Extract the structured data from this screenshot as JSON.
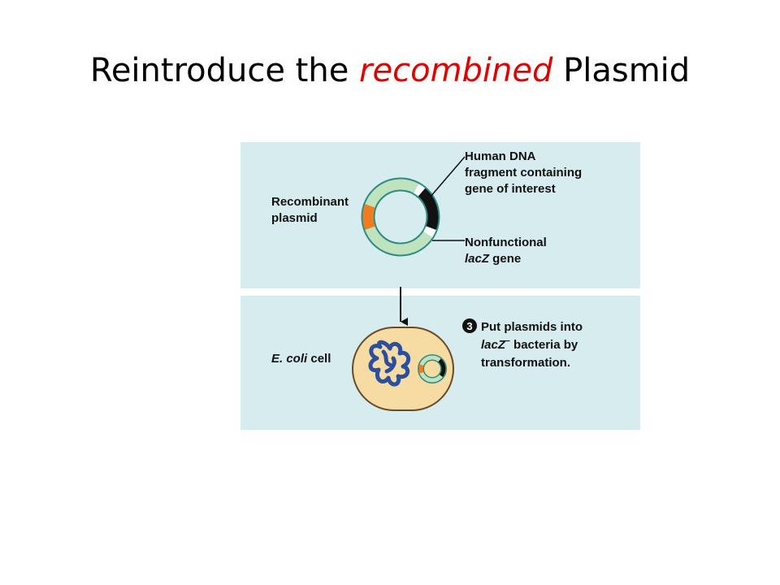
{
  "title": {
    "before": "Reintroduce the ",
    "emphasis": "recombined",
    "after": " Plasmid"
  },
  "diagram": {
    "colors": {
      "panel": "#d6ecef",
      "plasmid_ring": "#bfe3bf",
      "plasmid_outline": "#2d8a80",
      "insert": "#f07c1f",
      "human_dna": "#111111",
      "cell_fill": "#f6dca2",
      "cell_outline": "#6a4a2a",
      "chromosome": "#2a4ea0"
    },
    "top_panel": {
      "plasmid_label": [
        "Recombinant",
        "plasmid"
      ],
      "callout_human_dna": [
        "Human DNA",
        "fragment containing",
        "gene of interest"
      ],
      "callout_lacz": {
        "line1": "Nonfunctional",
        "line2_italic": "lacZ",
        "line2_rest": " gene"
      }
    },
    "bottom_panel": {
      "cell_label_italic": "E. coli",
      "cell_label_rest": " cell",
      "step_number": "3",
      "step_text": {
        "line1": "Put plasmids into",
        "line2_italic": "lacZ",
        "line2_sup": "−",
        "line2_rest": " bacteria by",
        "line3": "transformation."
      }
    }
  }
}
